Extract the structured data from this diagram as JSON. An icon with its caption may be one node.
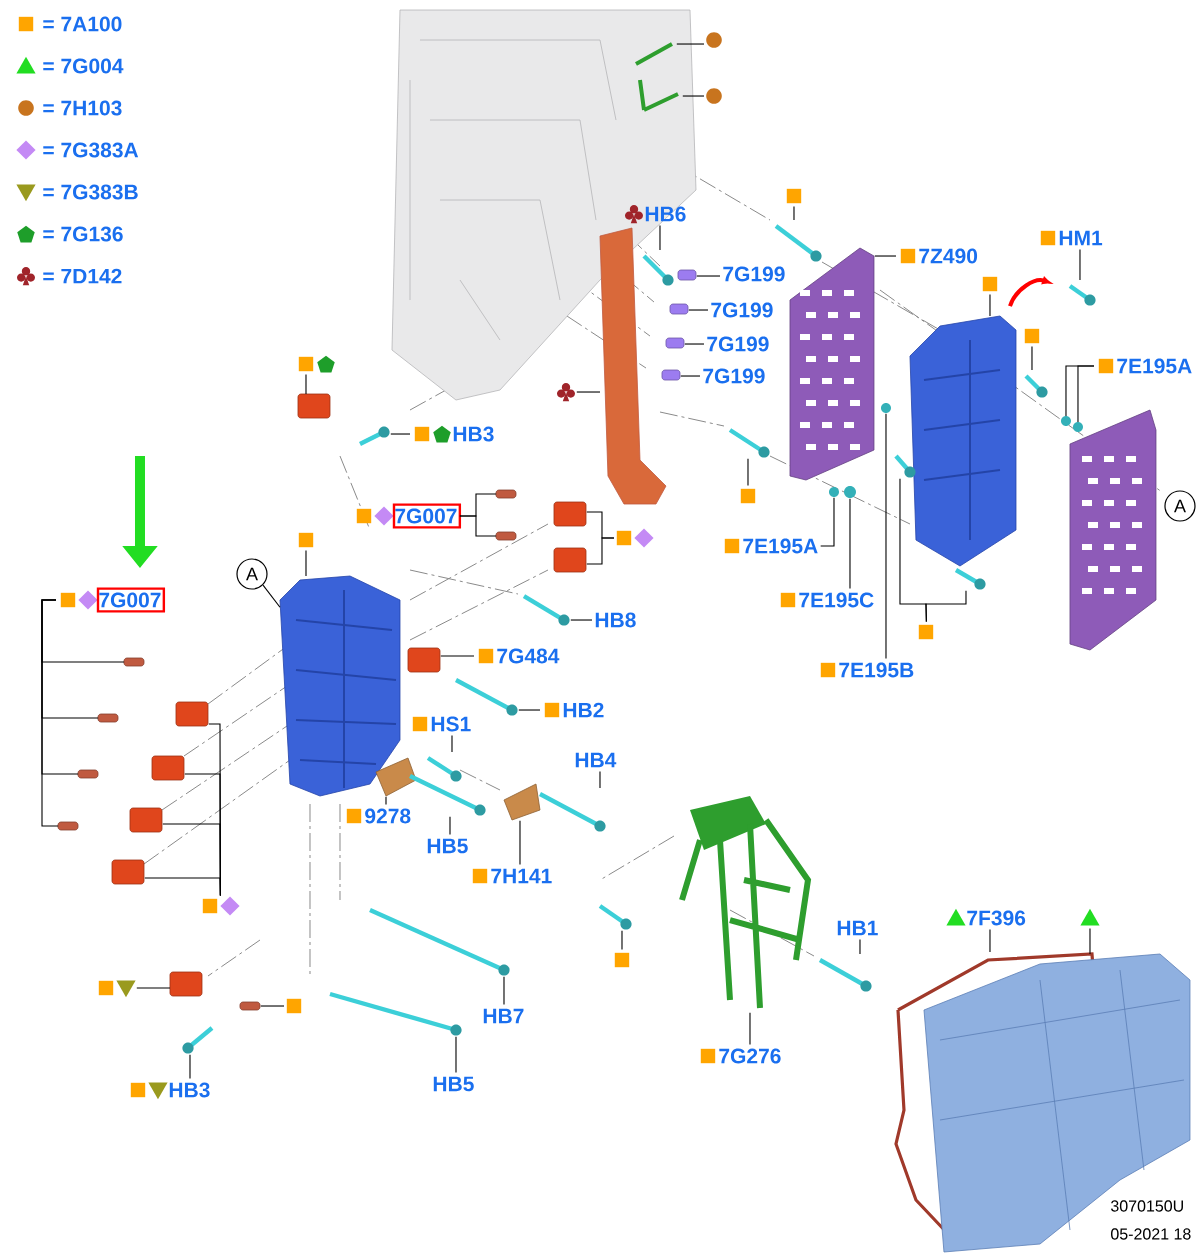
{
  "diagram": {
    "nodes": [
      {
        "text": [],
        "shape": "circle"
      },
      {
        "text": [],
        "shape": "circle"
      },
      {
        "text": [
          "HB6"
        ]
      },
      {
        "text": [
          "HM1"
        ]
      },
      {
        "text": [
          "7Z490"
        ]
      },
      {
        "text": [
          "7G199"
        ]
      },
      {
        "text": [],
        "shape": "box"
      },
      {
        "text": [
          "7G199"
        ]
      },
      {
        "text": [],
        "shape": "box"
      },
      {
        "text": [
          "7G199"
        ]
      },
      {
        "text": [],
        "shape": "box"
      },
      {
        "text": [
          "7E195A"
        ]
      },
      {
        "text": [
          "7G199"
        ]
      },
      {
        "text": [],
        "shape": "club"
      },
      {
        "text": [
          "HB3"
        ]
      },
      {
        "text": [],
        "shape": "box"
      },
      {
        "text": [
          "7G007"
        ]
      },
      {
        "text": [],
        "shape": "box"
      },
      {
        "text": [],
        "shape": "box"
      },
      {
        "text": [
          "7E195A"
        ]
      },
      {
        "text": [
          "A"
        ]
      },
      {
        "text": [
          "A"
        ]
      },
      {
        "text": [
          "7G007"
        ]
      },
      {
        "text": [
          "7E195C"
        ]
      },
      {
        "text": [
          "HB8"
        ]
      },
      {
        "text": [],
        "shape": "box"
      },
      {
        "text": [
          "7G484"
        ]
      },
      {
        "text": [
          "7E195B"
        ]
      },
      {
        "text": [
          "HB2"
        ]
      },
      {
        "text": [
          "HS1"
        ]
      },
      {
        "text": [
          "HB4"
        ]
      },
      {
        "text": [
          "9278"
        ]
      },
      {
        "text": [
          "HB5"
        ]
      },
      {
        "text": [
          "7H141"
        ]
      },
      {
        "text": [],
        "shape": "box"
      },
      {
        "text": [
          "7F396"
        ]
      },
      {
        "text": [],
        "shape": "triangle"
      },
      {
        "text": [
          "HB1"
        ]
      },
      {
        "text": [],
        "shape": "box"
      },
      {
        "text": [],
        "shape": "box"
      },
      {
        "text": [],
        "shape": "box"
      },
      {
        "text": [
          "HB7"
        ]
      },
      {
        "text": [
          "7G276"
        ]
      },
      {
        "text": [
          "HB5"
        ]
      },
      {
        "text": [
          "HB3"
        ]
      },
      {
        "text": [],
        "shape": "box"
      },
      {
        "text": [],
        "shape": "picture"
      },
      {
        "text": [],
        "shape": "picture"
      },
      {
        "text": [],
        "shape": "picture"
      },
      {
        "text": [],
        "shape": "picture"
      },
      {
        "text": [],
        "shape": "picture"
      },
      {
        "text": [],
        "shape": "box"
      },
      {
        "text": [],
        "shape": "box"
      },
      {
        "text": [],
        "shape": "box"
      },
      {
        "text": [],
        "shape": "box"
      },
      {
        "text": [],
        "shape": "picture"
      },
      {
        "text": [],
        "shape": "picture"
      },
      {
        "text": [],
        "shape": "box"
      },
      {
        "text": [],
        "shape": "picture"
      },
      {
        "text": [],
        "shape": "picture"
      },
      {
        "text": [],
        "shape": "picture"
      },
      {
        "text": [],
        "shape": "picture"
      },
      {
        "text": [],
        "shape": "picture"
      },
      {
        "text": [],
        "shape": "box"
      },
      {
        "text": [],
        "shape": "box"
      },
      {
        "text": [],
        "shape": "box"
      },
      {
        "text": [],
        "shape": "box"
      },
      {
        "text": [],
        "shape": "picture"
      },
      {
        "text": [],
        "shape": "picture"
      },
      {
        "text": [],
        "shape": "box"
      },
      {
        "text": [],
        "shape": "box"
      },
      {
        "text": [],
        "shape": "box"
      },
      {
        "text": [],
        "shape": "box"
      },
      {
        "text": [],
        "shape": "picture"
      },
      {
        "text": [],
        "shape": "picture"
      },
      {
        "text": [],
        "shape": "picture"
      },
      {
        "text": [],
        "shape": "picture"
      },
      {
        "text": [],
        "shape": "box"
      },
      {
        "text": [],
        "shape": "picture"
      },
      {
        "text": [],
        "shape": "picture"
      },
      {
        "text": [],
        "shape": "picture"
      },
      {
        "text": [],
        "shape": "picture"
      },
      {
        "text": [],
        "shape": "picture"
      },
      {
        "text": [],
        "shape": "picture"
      },
      {
        "text": [],
        "shape": "picture"
      },
      {
        "text": [],
        "shape": "box"
      },
      {
        "text": [],
        "shape": "box"
      },
      {
        "text": [],
        "shape": "box"
      },
      {
        "text": [],
        "shape": "box"
      },
      {
        "text": [],
        "shape": "picture"
      },
      {
        "text": [],
        "shape": "picture"
      },
      {
        "text": [],
        "shape": "picture"
      },
      {
        "text": [],
        "shape": "picture"
      },
      {
        "text": [],
        "shape": "box"
      },
      {
        "text": [],
        "shape": "box"
      },
      {
        "text": [],
        "shape": "picture"
      },
      {
        "text": [],
        "shape": "picture"
      },
      {
        "text": [],
        "shape": "picture"
      },
      {
        "text": [],
        "shape": "picture"
      },
      {
        "text": [],
        "shape": "picture"
      }
    ],
    "edges": [
      {
        "from": 0,
        "to": 46,
        "arrow": "none"
      },
      {
        "from": 1,
        "to": 47,
        "arrow": "none"
      },
      {
        "from": 2,
        "to": 48,
        "arrow": "none"
      },
      {
        "from": 3,
        "to": 49,
        "arrow": "none"
      },
      {
        "from": 4,
        "to": 50,
        "arrow": "none"
      },
      {
        "from": 5,
        "to": 51,
        "arrow": "none"
      },
      {
        "from": 6,
        "to": 55,
        "arrow": "none"
      },
      {
        "from": 7,
        "to": 52,
        "arrow": "none"
      },
      {
        "from": 8,
        "to": 56,
        "arrow": "none"
      },
      {
        "from": 9,
        "to": 53,
        "arrow": "none"
      },
      {
        "from": 10,
        "to": 57,
        "arrow": "none"
      },
      {
        "from": 11,
        "to": 58,
        "arrow": "none"
      },
      {
        "from": 11,
        "to": 59,
        "arrow": "none"
      },
      {
        "from": 12,
        "to": 54,
        "arrow": "none"
      },
      {
        "from": 13,
        "to": 60,
        "arrow": "none"
      },
      {
        "from": 14,
        "to": 61,
        "arrow": "none"
      },
      {
        "from": 15,
        "to": 62,
        "arrow": "none"
      },
      {
        "from": 16,
        "to": 63,
        "arrow": "none"
      },
      {
        "from": 16,
        "to": 64,
        "arrow": "none"
      },
      {
        "from": 17,
        "to": 65,
        "arrow": "none"
      },
      {
        "from": 17,
        "to": 66,
        "arrow": "none"
      },
      {
        "from": 18,
        "to": 67,
        "arrow": "none"
      },
      {
        "from": 19,
        "to": 68,
        "arrow": "none"
      },
      {
        "from": 20,
        "to": 67,
        "arrow": "none"
      },
      {
        "from": 22,
        "to": 69,
        "arrow": "none"
      },
      {
        "from": 22,
        "to": 70,
        "arrow": "none"
      },
      {
        "from": 22,
        "to": 71,
        "arrow": "none"
      },
      {
        "from": 22,
        "to": 72,
        "arrow": "none"
      },
      {
        "from": 23,
        "to": 73,
        "arrow": "none"
      },
      {
        "from": 24,
        "to": 74,
        "arrow": "none"
      },
      {
        "from": 25,
        "to": 75,
        "arrow": "none"
      },
      {
        "from": 25,
        "to": 76,
        "arrow": "none"
      },
      {
        "from": 26,
        "to": 77,
        "arrow": "none"
      },
      {
        "from": 27,
        "to": 78,
        "arrow": "none"
      },
      {
        "from": 28,
        "to": 79,
        "arrow": "none"
      },
      {
        "from": 29,
        "to": 80,
        "arrow": "none"
      },
      {
        "from": 30,
        "to": 81,
        "arrow": "none"
      },
      {
        "from": 31,
        "to": 82,
        "arrow": "none"
      },
      {
        "from": 32,
        "to": 83,
        "arrow": "none"
      },
      {
        "from": 33,
        "to": 84,
        "arrow": "none"
      },
      {
        "from": 34,
        "to": 85,
        "arrow": "none"
      },
      {
        "from": 34,
        "to": 86,
        "arrow": "none"
      },
      {
        "from": 34,
        "to": 87,
        "arrow": "none"
      },
      {
        "from": 34,
        "to": 88,
        "arrow": "none"
      },
      {
        "from": 35,
        "to": 89,
        "arrow": "none"
      },
      {
        "from": 36,
        "to": 90,
        "arrow": "none"
      },
      {
        "from": 37,
        "to": 91,
        "arrow": "none"
      },
      {
        "from": 38,
        "to": 92,
        "arrow": "none"
      },
      {
        "from": 39,
        "to": 93,
        "arrow": "none"
      },
      {
        "from": 40,
        "to": 94,
        "arrow": "none"
      },
      {
        "from": 41,
        "to": 95,
        "arrow": "none"
      },
      {
        "from": 42,
        "to": 96,
        "arrow": "none"
      },
      {
        "from": 43,
        "to": 97,
        "arrow": "none"
      },
      {
        "from": 44,
        "to": 98,
        "arrow": "none"
      },
      {
        "from": 45,
        "to": 99,
        "arrow": "none"
      }
    ],
    "labels": [
      "3070150U",
      "05-2021 18"
    ],
    "legend": [
      {
        "text": "= 7A100"
      },
      {
        "text": "= 7G004"
      },
      {
        "text": "= 7H103"
      },
      {
        "text": "= 7G383A"
      },
      {
        "text": "= 7G383B"
      },
      {
        "text": "= 7G136"
      },
      {
        "text": "= 7D142"
      }
    ]
  }
}
